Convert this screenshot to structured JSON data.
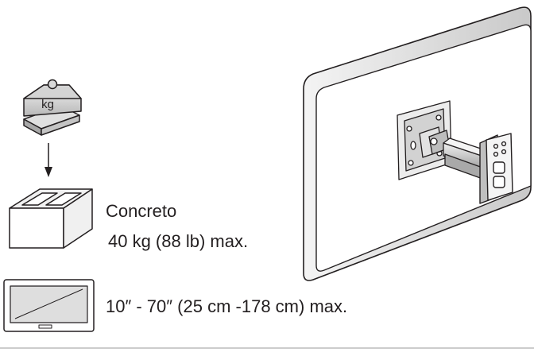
{
  "weight_icon": {
    "unit_text": "kg"
  },
  "wall": {
    "material": "Concreto",
    "max_weight": "40 kg (88 lb) max."
  },
  "screen": {
    "size_range": "10″ - 70″  (25 cm -178 cm) max."
  },
  "colors": {
    "ink": "#231f20",
    "fill_light": "#e6e6e6",
    "fill_mid": "#cccccc",
    "fill_dark": "#a6a6a6",
    "bottom_rule": "#999999"
  }
}
